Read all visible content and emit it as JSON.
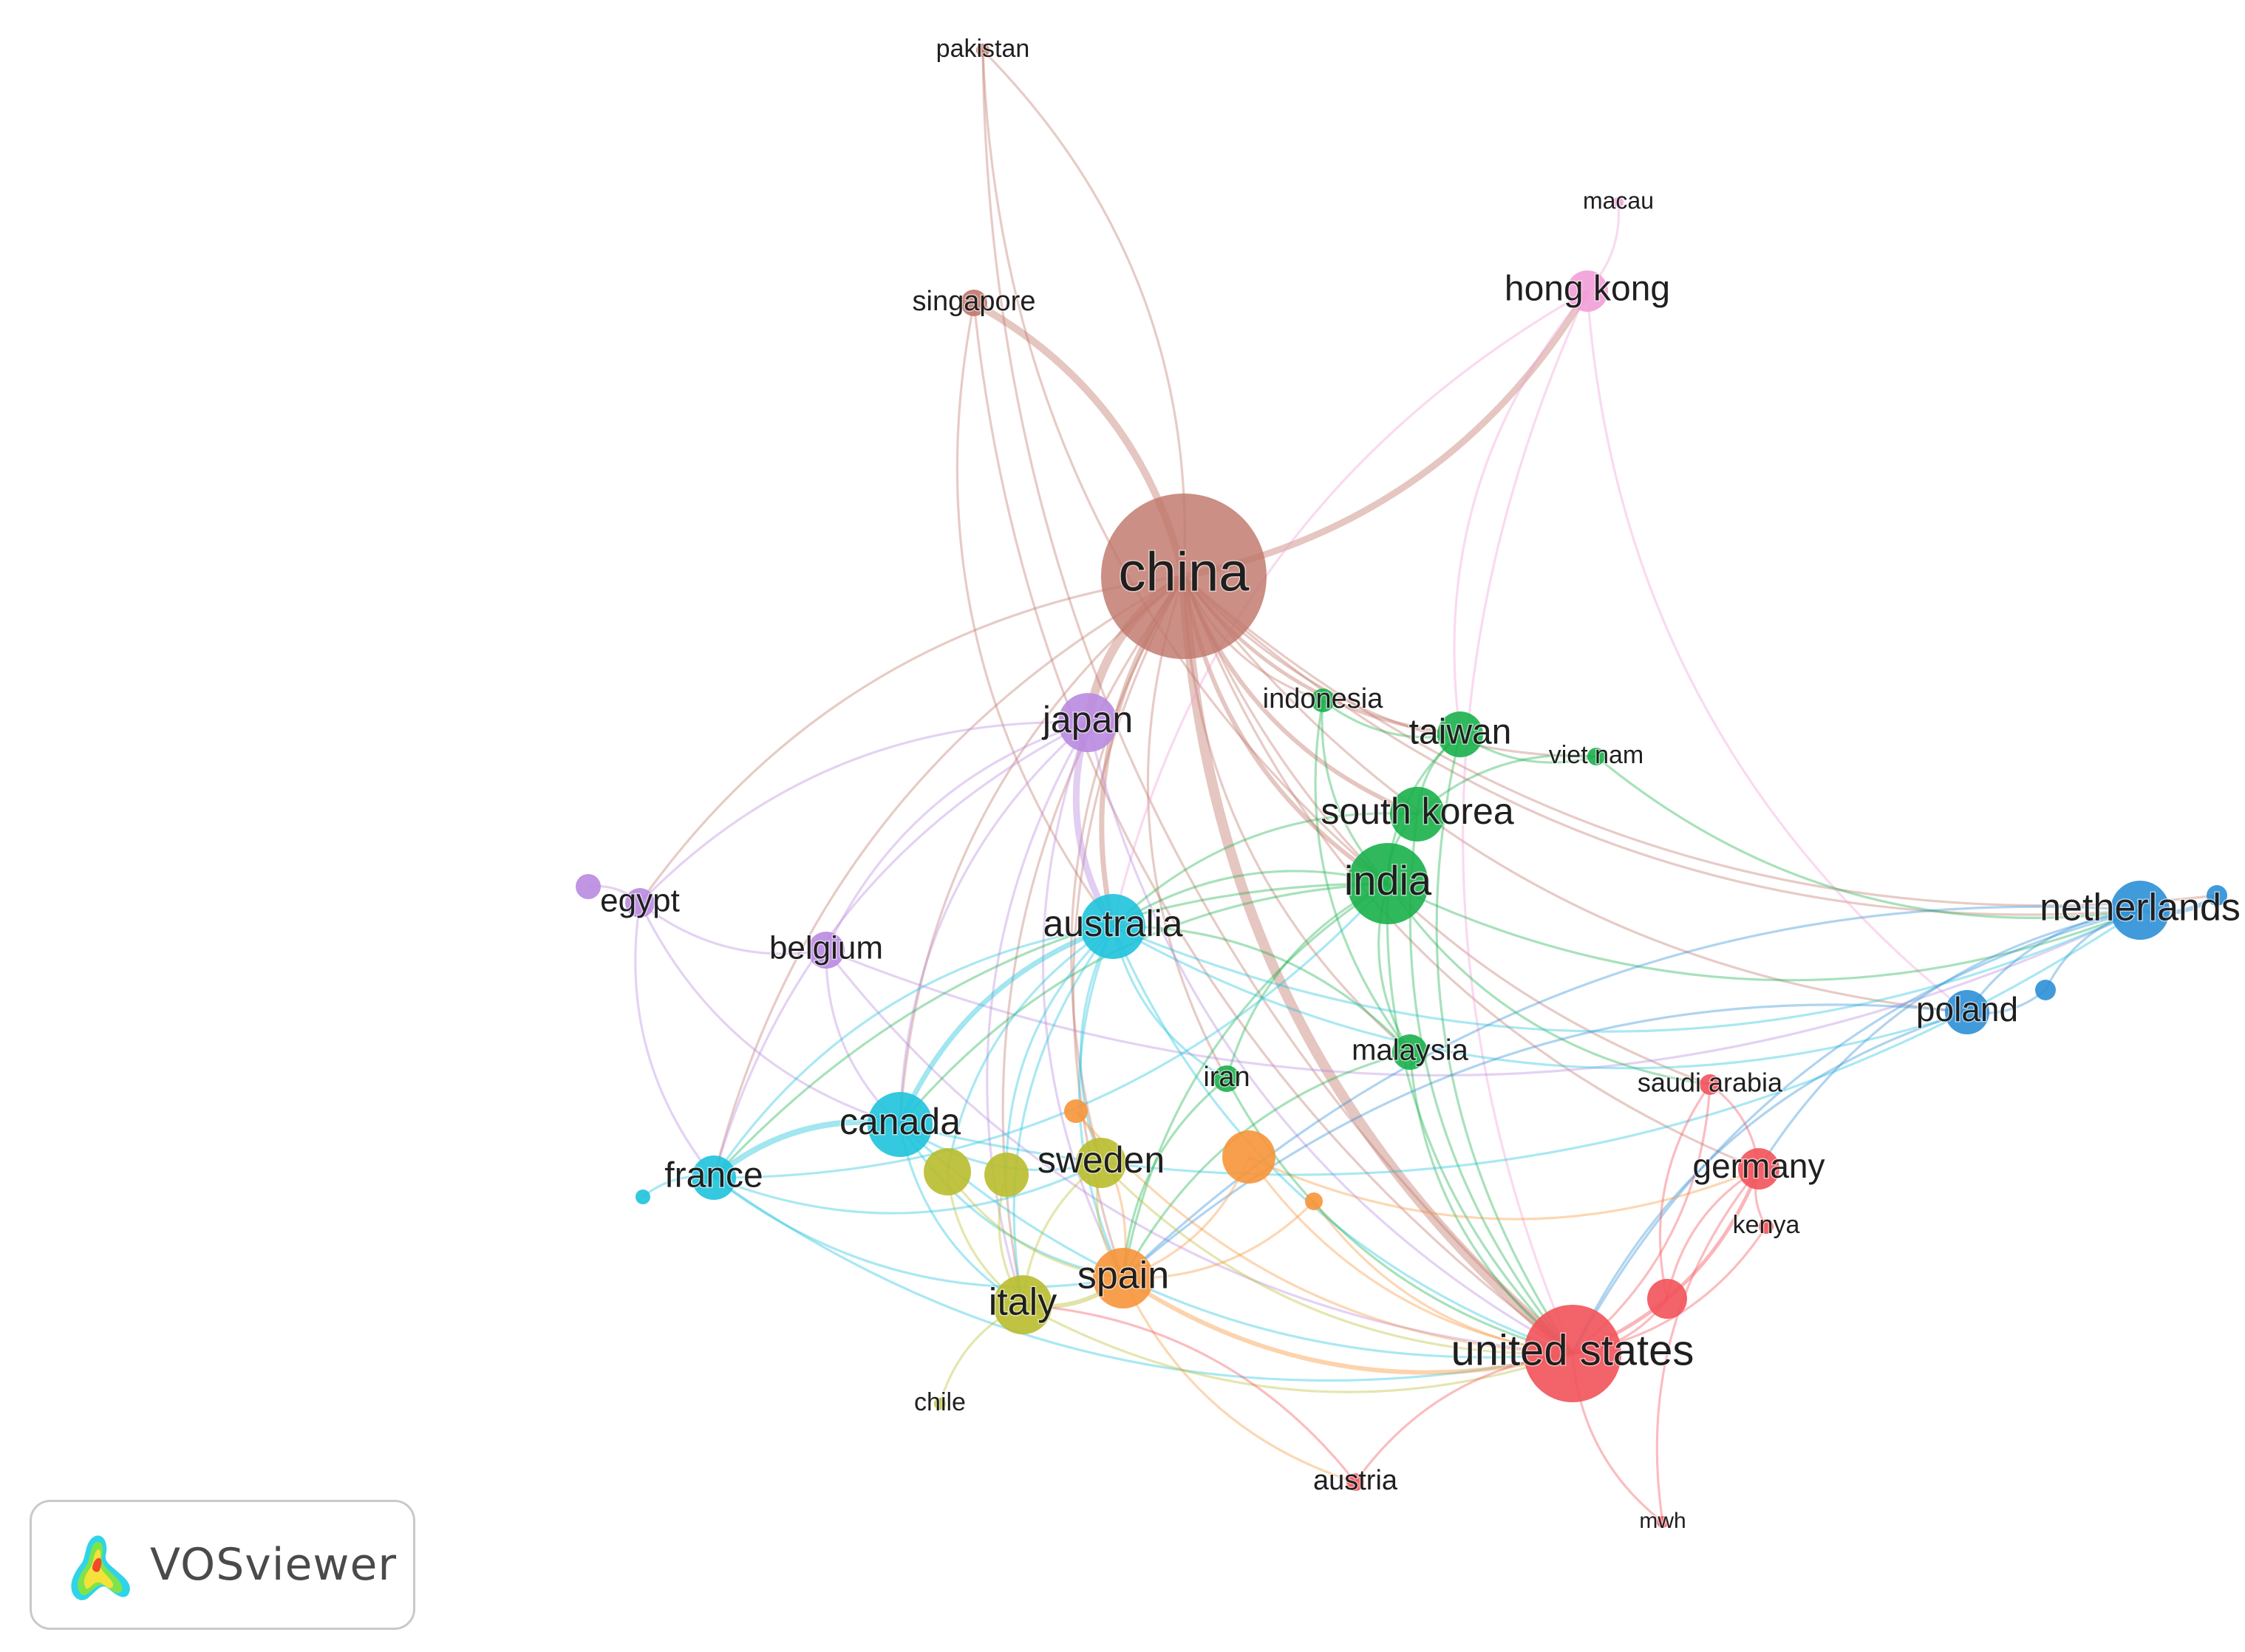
{
  "app": {
    "name": "VOSviewer"
  },
  "logo": {
    "icon": "vosviewer-density-icon"
  },
  "colors": {
    "china": "#c0766a",
    "pink": "#f29fd8",
    "purple": "#b98ae0",
    "green": "#19b04b",
    "cyan": "#1ec3dc",
    "blue": "#2c8fd6",
    "olive": "#b9bd2e",
    "orange": "#f7953a",
    "red": "#f2525a"
  },
  "network": {
    "nodes": [
      {
        "id": "china",
        "label": "china",
        "group": "china"
      },
      {
        "id": "pakistan",
        "label": "pakistan",
        "group": "china"
      },
      {
        "id": "singapore",
        "label": "singapore",
        "group": "china"
      },
      {
        "id": "hongkong",
        "label": "hong kong",
        "group": "pink"
      },
      {
        "id": "macau",
        "label": "macau",
        "group": "pink"
      },
      {
        "id": "japan",
        "label": "japan",
        "group": "purple"
      },
      {
        "id": "egypt",
        "label": "egypt",
        "group": "purple"
      },
      {
        "id": "egypt2",
        "label": "",
        "group": "purple"
      },
      {
        "id": "belgium",
        "label": "belgium",
        "group": "purple"
      },
      {
        "id": "indonesia",
        "label": "indonesia",
        "group": "green"
      },
      {
        "id": "taiwan",
        "label": "taiwan",
        "group": "green"
      },
      {
        "id": "vietnam",
        "label": "viet nam",
        "group": "green"
      },
      {
        "id": "southkorea",
        "label": "south korea",
        "group": "green"
      },
      {
        "id": "india",
        "label": "india",
        "group": "green"
      },
      {
        "id": "malaysia",
        "label": "malaysia",
        "group": "green"
      },
      {
        "id": "iran",
        "label": "iran",
        "group": "green"
      },
      {
        "id": "australia",
        "label": "australia",
        "group": "cyan"
      },
      {
        "id": "canada",
        "label": "canada",
        "group": "cyan"
      },
      {
        "id": "france",
        "label": "france",
        "group": "cyan"
      },
      {
        "id": "cyan2",
        "label": "",
        "group": "cyan"
      },
      {
        "id": "netherlands",
        "label": "netherlands",
        "group": "blue"
      },
      {
        "id": "blue2",
        "label": "",
        "group": "blue"
      },
      {
        "id": "blue3",
        "label": "",
        "group": "blue"
      },
      {
        "id": "poland",
        "label": "poland",
        "group": "blue"
      },
      {
        "id": "sweden",
        "label": "sweden",
        "group": "olive"
      },
      {
        "id": "olive2",
        "label": "",
        "group": "olive"
      },
      {
        "id": "olive3",
        "label": "",
        "group": "olive"
      },
      {
        "id": "italy",
        "label": "italy",
        "group": "olive"
      },
      {
        "id": "chile",
        "label": "chile",
        "group": "olive"
      },
      {
        "id": "spain",
        "label": "spain",
        "group": "orange"
      },
      {
        "id": "orange2",
        "label": "",
        "group": "orange"
      },
      {
        "id": "orange3",
        "label": "",
        "group": "orange"
      },
      {
        "id": "orange4",
        "label": "",
        "group": "orange"
      },
      {
        "id": "unitedstates",
        "label": "united states",
        "group": "red"
      },
      {
        "id": "saudiarabia",
        "label": "saudi arabia",
        "group": "red"
      },
      {
        "id": "germany",
        "label": "germany",
        "group": "red"
      },
      {
        "id": "kenya",
        "label": "kenya",
        "group": "red"
      },
      {
        "id": "red2",
        "label": "",
        "group": "red"
      },
      {
        "id": "austria",
        "label": "austria",
        "group": "red"
      },
      {
        "id": "mwh",
        "label": "mwh",
        "group": "red"
      }
    ],
    "links": [
      [
        "china",
        "pakistan"
      ],
      [
        "china",
        "singapore"
      ],
      [
        "china",
        "hongkong"
      ],
      [
        "china",
        "japan"
      ],
      [
        "china",
        "india"
      ],
      [
        "china",
        "southkorea"
      ],
      [
        "china",
        "taiwan"
      ],
      [
        "china",
        "indonesia"
      ],
      [
        "china",
        "vietnam"
      ],
      [
        "china",
        "australia"
      ],
      [
        "china",
        "canada"
      ],
      [
        "china",
        "unitedstates"
      ],
      [
        "china",
        "netherlands"
      ],
      [
        "china",
        "egypt"
      ],
      [
        "china",
        "italy"
      ],
      [
        "china",
        "spain"
      ],
      [
        "china",
        "sweden"
      ],
      [
        "china",
        "germany"
      ],
      [
        "china",
        "malaysia"
      ],
      [
        "china",
        "poland"
      ],
      [
        "china",
        "france"
      ],
      [
        "china",
        "iran"
      ],
      [
        "china",
        "saudiarabia"
      ],
      [
        "china",
        "blue2"
      ],
      [
        "pakistan",
        "unitedstates"
      ],
      [
        "pakistan",
        "india"
      ],
      [
        "singapore",
        "australia"
      ],
      [
        "singapore",
        "unitedstates"
      ],
      [
        "hongkong",
        "macau"
      ],
      [
        "hongkong",
        "unitedstates"
      ],
      [
        "hongkong",
        "poland"
      ],
      [
        "hongkong",
        "australia"
      ],
      [
        "hongkong",
        "taiwan"
      ],
      [
        "japan",
        "egypt"
      ],
      [
        "japan",
        "australia"
      ],
      [
        "japan",
        "france"
      ],
      [
        "japan",
        "italy"
      ],
      [
        "japan",
        "unitedstates"
      ],
      [
        "japan",
        "canada"
      ],
      [
        "japan",
        "belgium"
      ],
      [
        "japan",
        "spain"
      ],
      [
        "egypt",
        "egypt2"
      ],
      [
        "egypt",
        "belgium"
      ],
      [
        "egypt",
        "canada"
      ],
      [
        "egypt",
        "france"
      ],
      [
        "belgium",
        "netherlands"
      ],
      [
        "belgium",
        "canada"
      ],
      [
        "belgium",
        "unitedstates"
      ],
      [
        "indonesia",
        "taiwan"
      ],
      [
        "indonesia",
        "malaysia"
      ],
      [
        "indonesia",
        "india"
      ],
      [
        "taiwan",
        "vietnam"
      ],
      [
        "taiwan",
        "southkorea"
      ],
      [
        "taiwan",
        "india"
      ],
      [
        "taiwan",
        "unitedstates"
      ],
      [
        "vietnam",
        "netherlands"
      ],
      [
        "vietnam",
        "southkorea"
      ],
      [
        "southkorea",
        "india"
      ],
      [
        "southkorea",
        "unitedstates"
      ],
      [
        "southkorea",
        "australia"
      ],
      [
        "india",
        "australia"
      ],
      [
        "india",
        "malaysia"
      ],
      [
        "india",
        "unitedstates"
      ],
      [
        "india",
        "canada"
      ],
      [
        "india",
        "netherlands"
      ],
      [
        "india",
        "saudiarabia"
      ],
      [
        "india",
        "iran"
      ],
      [
        "india",
        "france"
      ],
      [
        "india",
        "spain"
      ],
      [
        "malaysia",
        "unitedstates"
      ],
      [
        "malaysia",
        "spain"
      ],
      [
        "malaysia",
        "australia"
      ],
      [
        "australia",
        "canada"
      ],
      [
        "australia",
        "france"
      ],
      [
        "australia",
        "unitedstates"
      ],
      [
        "australia",
        "italy"
      ],
      [
        "australia",
        "sweden"
      ],
      [
        "australia",
        "spain"
      ],
      [
        "australia",
        "olive2"
      ],
      [
        "australia",
        "olive3"
      ],
      [
        "australia",
        "poland"
      ],
      [
        "australia",
        "iran"
      ],
      [
        "australia",
        "netherlands"
      ],
      [
        "canada",
        "france"
      ],
      [
        "canada",
        "unitedstates"
      ],
      [
        "canada",
        "italy"
      ],
      [
        "canada",
        "spain"
      ],
      [
        "canada",
        "sweden"
      ],
      [
        "canada",
        "netherlands"
      ],
      [
        "france",
        "cyan2"
      ],
      [
        "france",
        "sweden"
      ],
      [
        "france",
        "spain"
      ],
      [
        "france",
        "unitedstates"
      ],
      [
        "france",
        "india"
      ],
      [
        "netherlands",
        "blue2"
      ],
      [
        "netherlands",
        "blue3"
      ],
      [
        "netherlands",
        "poland"
      ],
      [
        "netherlands",
        "unitedstates"
      ],
      [
        "netherlands",
        "germany"
      ],
      [
        "netherlands",
        "spain"
      ],
      [
        "poland",
        "unitedstates"
      ],
      [
        "poland",
        "spain"
      ],
      [
        "poland",
        "blue3"
      ],
      [
        "sweden",
        "spain"
      ],
      [
        "sweden",
        "italy"
      ],
      [
        "sweden",
        "unitedstates"
      ],
      [
        "olive2",
        "italy"
      ],
      [
        "olive2",
        "spain"
      ],
      [
        "olive3",
        "italy"
      ],
      [
        "italy",
        "spain"
      ],
      [
        "italy",
        "chile"
      ],
      [
        "italy",
        "unitedstates"
      ],
      [
        "spain",
        "unitedstates"
      ],
      [
        "spain",
        "orange2"
      ],
      [
        "spain",
        "orange3"
      ],
      [
        "spain",
        "orange4"
      ],
      [
        "spain",
        "austria"
      ],
      [
        "orange2",
        "unitedstates"
      ],
      [
        "orange2",
        "germany"
      ],
      [
        "orange3",
        "unitedstates"
      ],
      [
        "orange4",
        "unitedstates"
      ],
      [
        "unitedstates",
        "saudiarabia"
      ],
      [
        "unitedstates",
        "germany"
      ],
      [
        "unitedstates",
        "kenya"
      ],
      [
        "unitedstates",
        "red2"
      ],
      [
        "unitedstates",
        "austria"
      ],
      [
        "unitedstates",
        "mwh"
      ],
      [
        "germany",
        "saudiarabia"
      ],
      [
        "germany",
        "kenya"
      ],
      [
        "germany",
        "red2"
      ],
      [
        "germany",
        "mwh"
      ],
      [
        "saudiarabia",
        "red2"
      ],
      [
        "austria",
        "italy"
      ],
      [
        "iran",
        "spain"
      ],
      [
        "iran",
        "unitedstates"
      ]
    ]
  }
}
